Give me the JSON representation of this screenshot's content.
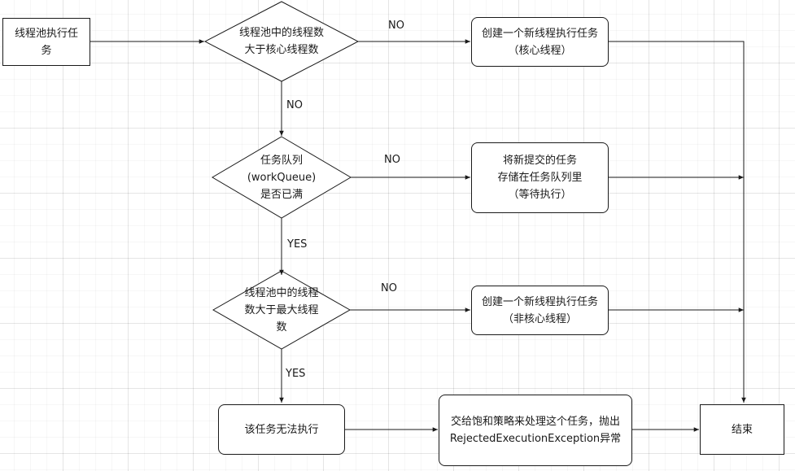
{
  "nodes": {
    "start": "线程池执行任\n务",
    "check_core": "线程池中的线程数\n大于核心线程数",
    "create_core": "创建一个新线程执行任务\n（核心线程）",
    "check_queue": "任务队列\n(workQueue)\n是否已满",
    "enqueue": "将新提交的任务\n存储在任务队列里\n（等待执行）",
    "check_max": "线程池中的线程\n数大于最大线程\n数",
    "create_noncore": "创建一个新线程执行任务\n（非核心线程）",
    "cannot_execute": "该任务无法执行",
    "reject": "交给饱和策略来处理这个任务，抛出\nRejectedExecutionException异常",
    "end": "结束"
  },
  "edge_labels": {
    "core_no_right": "NO",
    "core_no_down": "NO",
    "queue_no": "NO",
    "queue_yes": "YES",
    "max_no": "NO",
    "max_yes": "YES"
  },
  "colors": {
    "stroke": "#1a1a1a",
    "fill": "#ffffff",
    "grid": "#e6e6e6"
  }
}
